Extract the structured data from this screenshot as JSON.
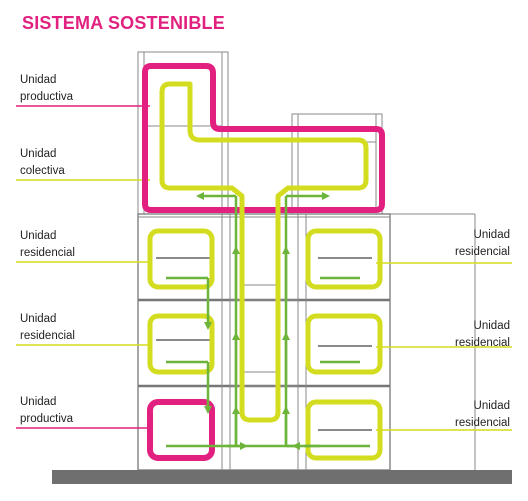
{
  "title": "SISTEMA SOSTENIBLE",
  "colors": {
    "magenta": "#e2207f",
    "lime": "#d3dc1f",
    "green": "#6cb43a",
    "building": "#8a8a8a",
    "ground": "#6f6f6f"
  },
  "labels": {
    "left": [
      {
        "line1": "Unidad",
        "line2": "productiva",
        "kind": "productiva"
      },
      {
        "line1": "Unidad",
        "line2": "colectiva",
        "kind": "colectiva"
      },
      {
        "line1": "Unidad",
        "line2": "residencial",
        "kind": "residencial"
      },
      {
        "line1": "Unidad",
        "line2": "residencial",
        "kind": "residencial"
      },
      {
        "line1": "Unidad",
        "line2": "productiva",
        "kind": "productiva"
      }
    ],
    "right": [
      {
        "line1": "Unidad",
        "line2": "residencial",
        "kind": "residencial"
      },
      {
        "line1": "Unidad",
        "line2": "residencial",
        "kind": "residencial"
      },
      {
        "line1": "Unidad",
        "line2": "residencial",
        "kind": "residencial"
      }
    ]
  }
}
